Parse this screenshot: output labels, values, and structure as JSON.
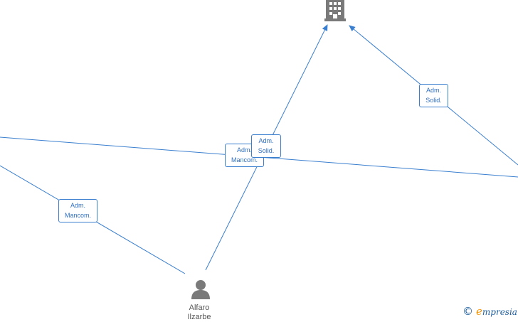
{
  "colors": {
    "edge": "#3a7fcf",
    "label_text": "#2f6fbf",
    "node_icon": "#7a7a7a",
    "brand_e": "#f39200",
    "brand_text": "#1f5fa0"
  },
  "edge_labels": [
    {
      "id": "mancom-left",
      "line1": "Adm.",
      "line2": "Mancom."
    },
    {
      "id": "mancom-mid",
      "line1": "Adm.",
      "line2": "Mancom."
    },
    {
      "id": "solid-mid",
      "line1": "Adm.",
      "line2": "Solid."
    },
    {
      "id": "solid-right",
      "line1": "Adm.",
      "line2": "Solid."
    }
  ],
  "person": {
    "icon": "person-icon",
    "name_line1": "Alfaro",
    "name_line2": "Ilzarbe"
  },
  "company": {
    "icon": "building-icon"
  },
  "footer": {
    "copyright": "©",
    "brand_initial": "e",
    "brand_rest": "mpresia"
  }
}
